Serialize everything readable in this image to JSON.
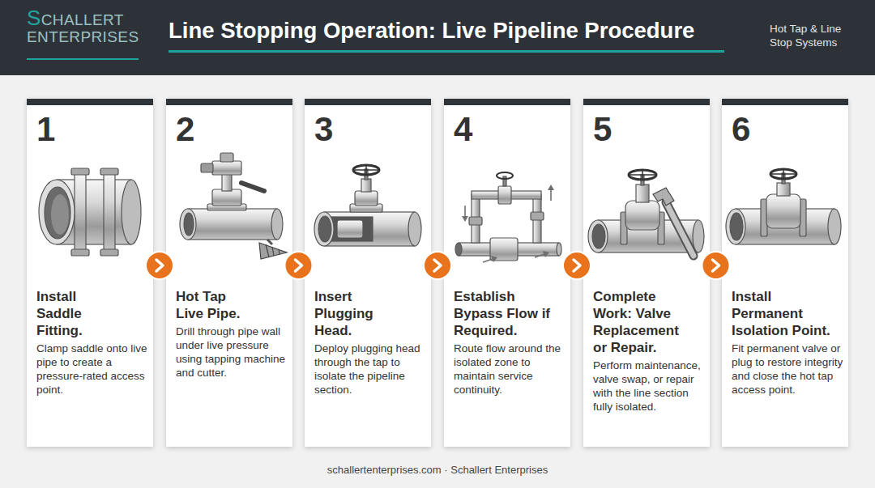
{
  "diagram": {
    "title": "Line Stopping Operation: Live Pipeline Procedure",
    "caption": "schallertenterprises.com · Schallert Enterprises",
    "nodes": [
      {
        "text": [
          "1",
          "Install Saddle Fitting.",
          "Clamp saddle onto live pipe to create a pressure-rated access point."
        ]
      },
      {
        "text": [
          "2",
          "Hot Tap Live Pipe.",
          "Drill through pipe wall under live pressure using tapping machine and cutter."
        ]
      },
      {
        "text": [
          "3",
          "Insert Plugging Head.",
          "Deploy plugging head through the tap to isolate the pipeline section."
        ]
      },
      {
        "text": [
          "4",
          "Establish Bypass Flow if Required.",
          "Route flow around the isolated zone to maintain service continuity."
        ]
      },
      {
        "text": [
          "5",
          "Complete Work: Valve Replacement or Repair.",
          "Perform maintenance, valve swap, or repair with the line section fully isolated."
        ]
      },
      {
        "text": [
          "6",
          "Install Permanent Isolation Point.",
          "Fit permanent valve or plug to restore integrity and close the hot tap access point."
        ]
      }
    ],
    "edges": [
      {
        "from": 0,
        "to": 1,
        "arrow": "to"
      },
      {
        "from": 1,
        "to": 2,
        "arrow": "to"
      },
      {
        "from": 2,
        "to": 3,
        "arrow": "to"
      },
      {
        "from": 3,
        "to": 4,
        "arrow": "to"
      },
      {
        "from": 4,
        "to": 5,
        "arrow": "to"
      }
    ],
    "labels": [
      "SCHALLERT ENTERPRISES",
      "Hot Tap & Line Stop Systems"
    ]
  }
}
